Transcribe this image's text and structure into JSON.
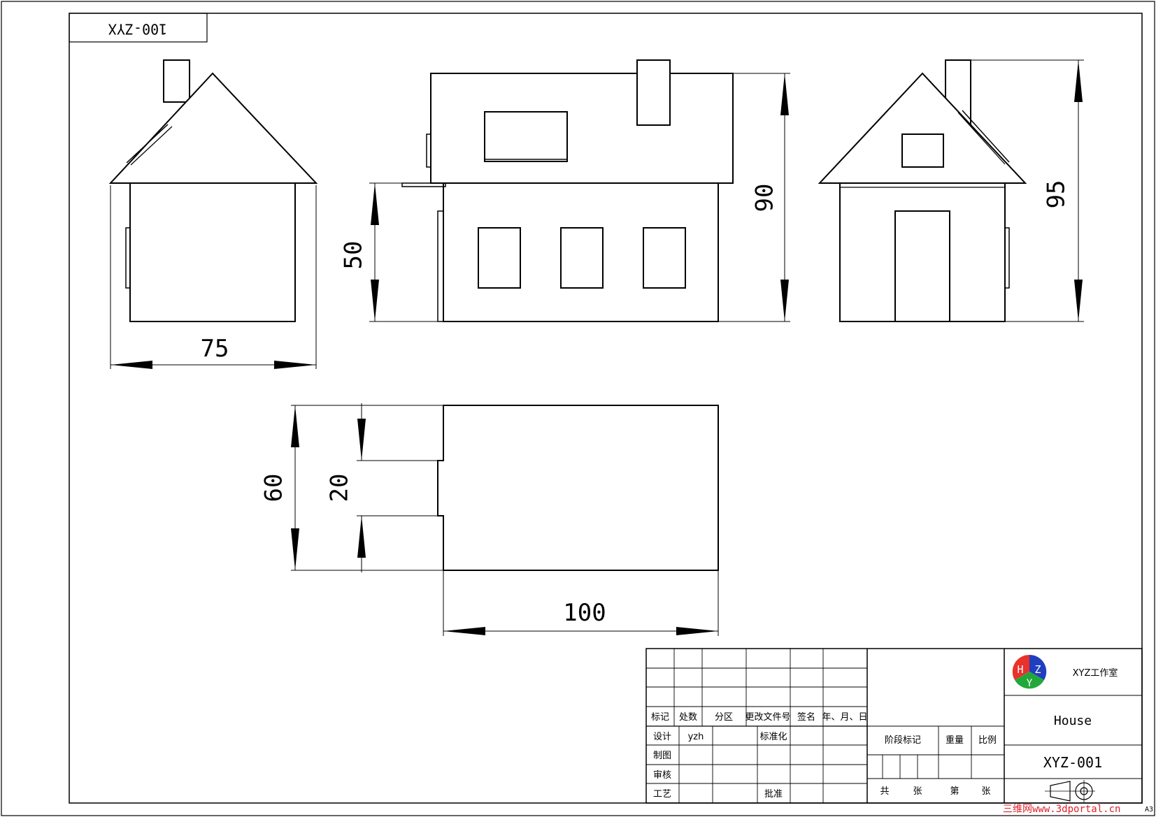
{
  "drawing": {
    "code_stamp": "100-ZYX",
    "dimensions": {
      "width_side": "75",
      "height_front_lower": "50",
      "height_front_total": "90",
      "height_back_total": "95",
      "depth_plan": "60",
      "notch_plan": "20",
      "length_plan": "100"
    }
  },
  "title_block": {
    "rev_headers": [
      "标记",
      "处数",
      "分区",
      "更改文件号",
      "签名",
      "年、月、日"
    ],
    "row_design": "设计",
    "designer": "yzh",
    "standardization": "标准化",
    "row_drawing": "制图",
    "row_check": "审核",
    "row_process": "工艺",
    "approve": "批准",
    "stage_mark": "阶段标记",
    "weight": "重量",
    "scale": "比例",
    "sheets_total": "共",
    "sheets_unit1": "张",
    "sheet_no": "第",
    "sheets_unit2": "张",
    "company": "XYZ工作室",
    "part_name": "House",
    "drawing_number": "XYZ-001",
    "logo_letters": [
      "H",
      "Z",
      "Y"
    ]
  },
  "watermark": "三维网www.3dportal.cn",
  "paper_size": "A3",
  "colors": {
    "line": "#000000",
    "logo_red": "#e8322a",
    "logo_blue": "#1f3fbf",
    "logo_green": "#22a83a",
    "watermark": "#e0202a"
  }
}
